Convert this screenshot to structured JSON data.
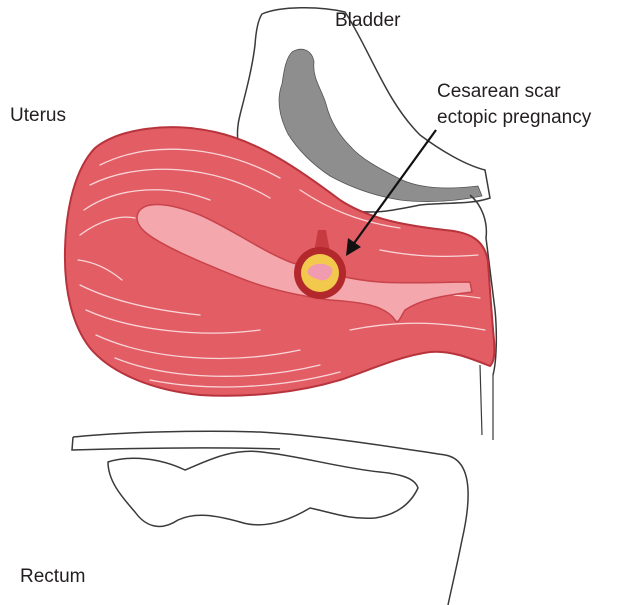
{
  "labels": {
    "bladder": "Bladder",
    "uterus": "Uterus",
    "rectum": "Rectum",
    "scar_line1": "Cesarean scar",
    "scar_line2": "ectopic pregnancy"
  },
  "colors": {
    "uterus_wall": "#e35d65",
    "uterus_cavity": "#f4a7ac",
    "uterus_outline": "#b8343d",
    "bladder_lumen": "#8e8e8e",
    "pregnancy_sac": "#f2c94c",
    "pregnancy_ring": "#b3282d",
    "outline": "#3a3a3a",
    "text": "#231f20"
  }
}
